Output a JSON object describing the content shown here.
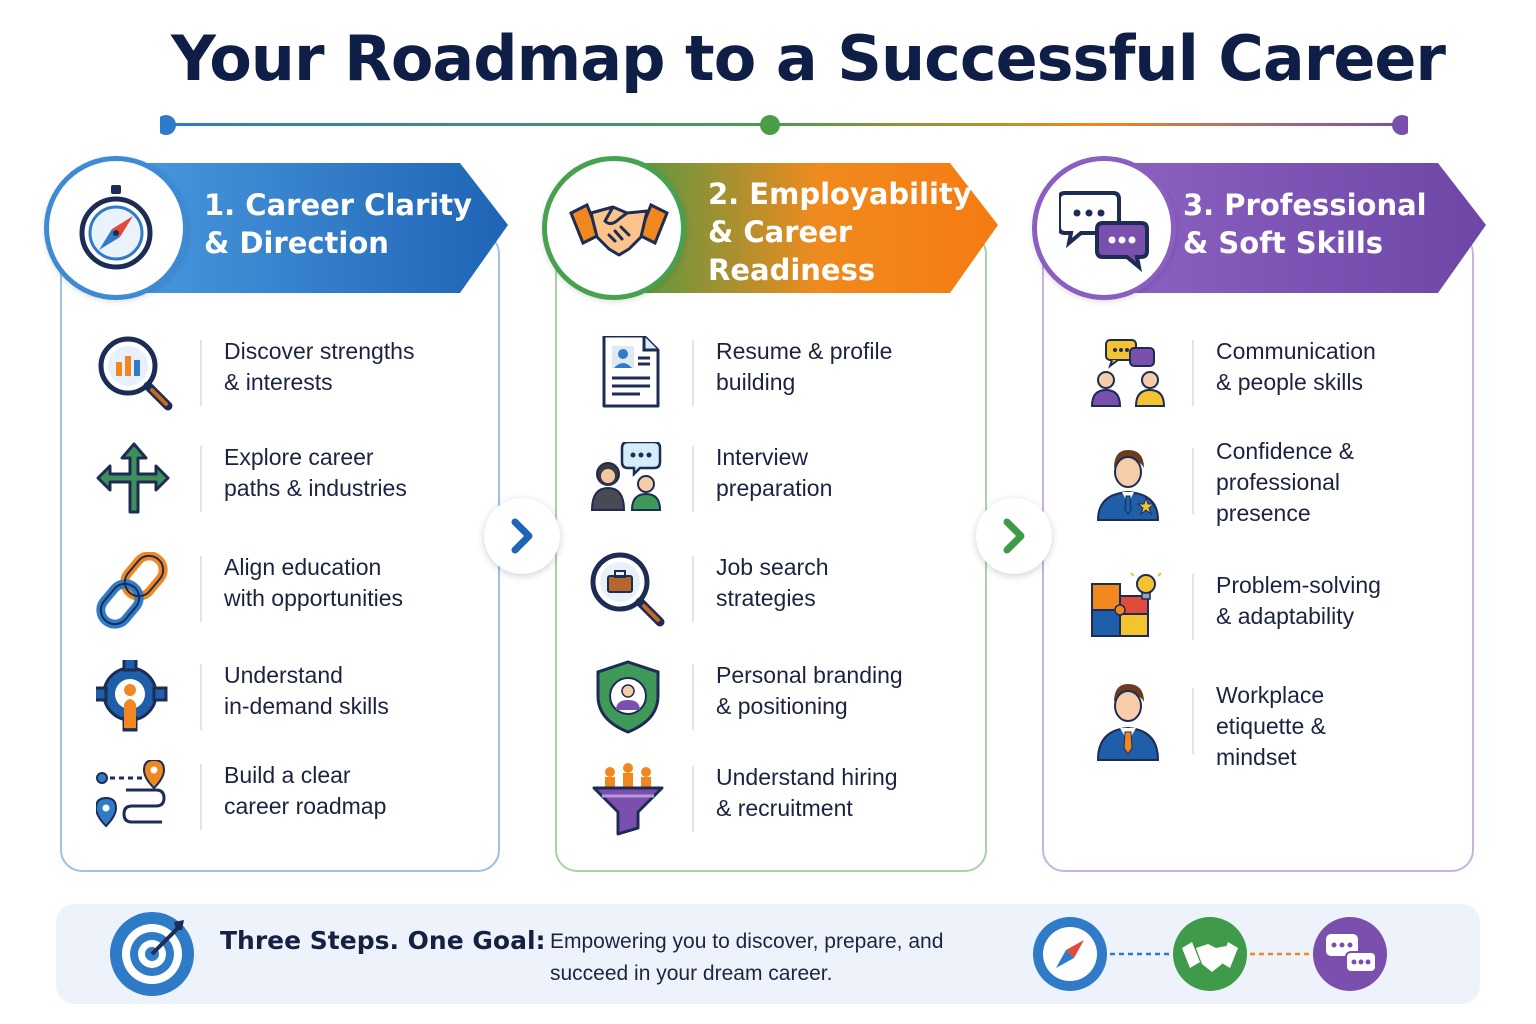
{
  "title": "Your Roadmap to a Successful Career",
  "colors": {
    "blue": "#2f7bc8",
    "green": "#4a9e4a",
    "orange": "#f0881f",
    "purple": "#7a4fae",
    "navy": "#0f1e46"
  },
  "steps": [
    {
      "title": "1. Career Clarity\n& Direction",
      "icon": "compass-icon",
      "items": [
        {
          "icon": "magnifier-chart-icon",
          "label": "Discover strengths\n& interests"
        },
        {
          "icon": "crossroads-arrows-icon",
          "label": "Explore career\npaths & industries"
        },
        {
          "icon": "chain-link-icon",
          "label": "Align education\nwith opportunities"
        },
        {
          "icon": "gear-person-icon",
          "label": "Understand\nin-demand skills"
        },
        {
          "icon": "route-map-icon",
          "label": "Build a clear\ncareer roadmap"
        }
      ]
    },
    {
      "title": "2. Employability\n& Career\nReadiness",
      "icon": "handshake-icon",
      "items": [
        {
          "icon": "resume-icon",
          "label": "Resume & profile\nbuilding"
        },
        {
          "icon": "interview-icon",
          "label": "Interview\npreparation"
        },
        {
          "icon": "briefcase-search-icon",
          "label": "Job search\nstrategies"
        },
        {
          "icon": "shield-person-icon",
          "label": "Personal branding\n& positioning"
        },
        {
          "icon": "hiring-funnel-icon",
          "label": "Understand hiring\n& recruitment"
        }
      ]
    },
    {
      "title": "3. Professional\n& Soft Skills",
      "icon": "chat-bubbles-icon",
      "items": [
        {
          "icon": "people-chat-icon",
          "label": "Communication\n& people skills"
        },
        {
          "icon": "businessman-star-icon",
          "label": "Confidence &\nprofessional\npresence"
        },
        {
          "icon": "puzzle-bulb-icon",
          "label": "Problem-solving\n& adaptability"
        },
        {
          "icon": "businessman-tie-icon",
          "label": "Workplace\netiquette &\nmindset"
        }
      ]
    }
  ],
  "footer": {
    "title": "Three Steps. One Goal:",
    "text": "Empowering you to discover, prepare, and\nsucceed in your dream career.",
    "icons": [
      "target-icon",
      "compass-icon",
      "handshake-icon",
      "chat-bubbles-icon"
    ]
  }
}
